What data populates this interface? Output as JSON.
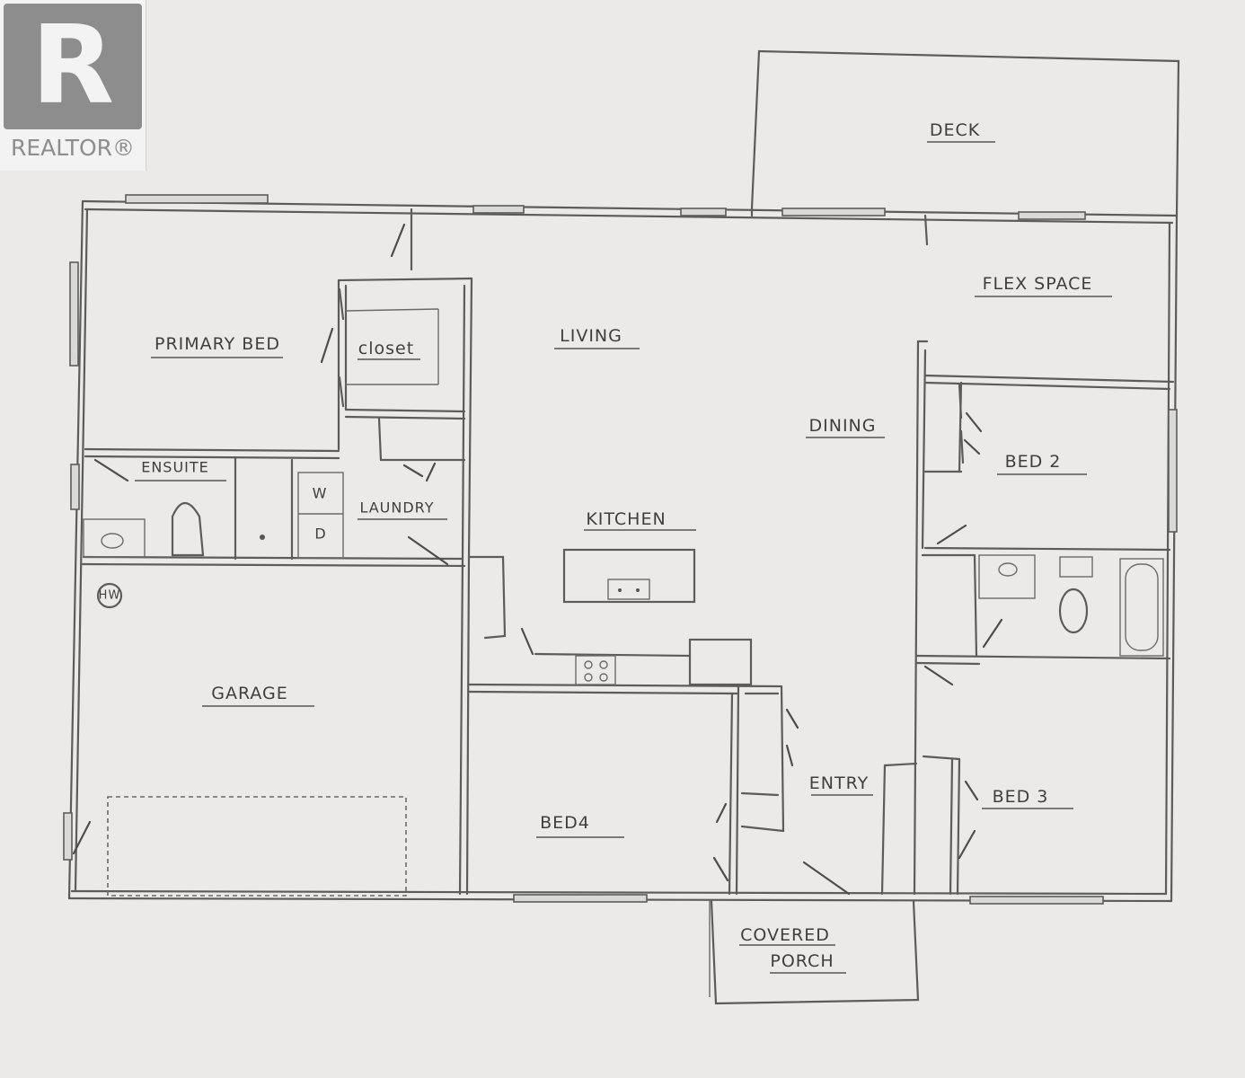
{
  "watermark": {
    "brand": "REALTOR®"
  },
  "rooms": {
    "deck": "DECK",
    "flex_space": "FLEX SPACE",
    "primary_bed": "PRIMARY BED",
    "closet": "closet",
    "living": "LIVING",
    "dining": "DINING",
    "bed_2": "BED 2",
    "ensuite": "ENSUITE",
    "laundry": "LAUNDRY",
    "washer": "W",
    "dryer": "D",
    "kitchen": "KITCHEN",
    "hot_water": "HW",
    "garage": "GARAGE",
    "entry": "ENTRY",
    "bed_3": "BED 3",
    "bed_4": "BED4",
    "covered": "COVERED",
    "porch": "PORCH"
  },
  "colors": {
    "paper": "#ebeae8",
    "pencil": "#5c5c5c",
    "logo": "#8d8d8d"
  }
}
